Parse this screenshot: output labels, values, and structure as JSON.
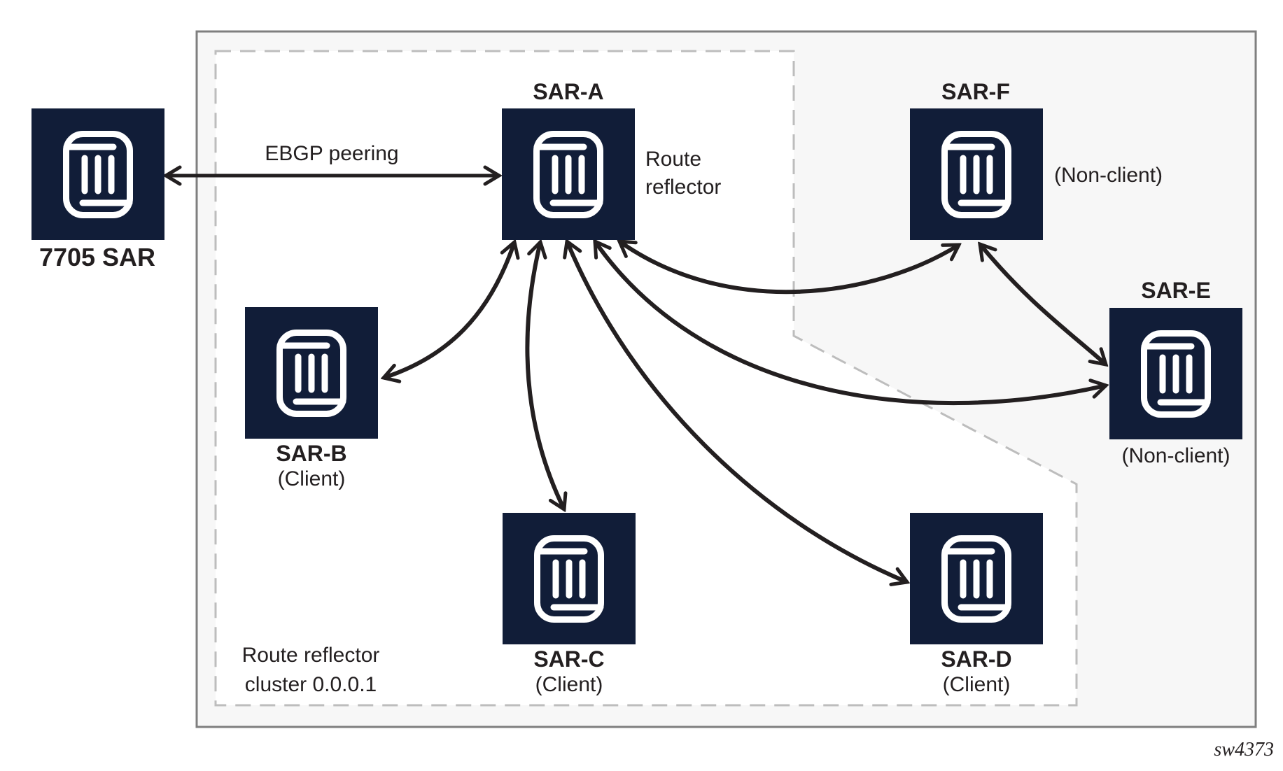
{
  "diagram": {
    "type": "network-topology",
    "description": "BGP route reflector topology with one route reflector (SAR-A), three clients, two non-clients and an external EBGP peer"
  },
  "nodes": [
    {
      "id": "7705-sar",
      "label": "7705 SAR",
      "sublabel": "",
      "role": "external EBGP peer"
    },
    {
      "id": "sar-a",
      "label": "SAR-A",
      "sublabel": "Route reflector",
      "role": "route reflector"
    },
    {
      "id": "sar-b",
      "label": "SAR-B",
      "sublabel": "(Client)",
      "role": "client"
    },
    {
      "id": "sar-c",
      "label": "SAR-C",
      "sublabel": "(Client)",
      "role": "client"
    },
    {
      "id": "sar-d",
      "label": "SAR-D",
      "sublabel": "(Client)",
      "role": "client"
    },
    {
      "id": "sar-e",
      "label": "SAR-E",
      "sublabel": "(Non-client)",
      "role": "non-client"
    },
    {
      "id": "sar-f",
      "label": "SAR-F",
      "sublabel": "(Non-client)",
      "role": "non-client"
    }
  ],
  "edges": [
    {
      "from": "7705 SAR",
      "to": "SAR-A",
      "label": "EBGP peering",
      "style": "straight-double-arrow"
    },
    {
      "from": "SAR-A",
      "to": "SAR-B",
      "label": "",
      "style": "curved-double-arrow"
    },
    {
      "from": "SAR-A",
      "to": "SAR-C",
      "label": "",
      "style": "curved-double-arrow"
    },
    {
      "from": "SAR-A",
      "to": "SAR-D",
      "label": "",
      "style": "curved-double-arrow"
    },
    {
      "from": "SAR-A",
      "to": "SAR-E",
      "label": "",
      "style": "curved-double-arrow"
    },
    {
      "from": "SAR-A",
      "to": "SAR-F",
      "label": "",
      "style": "curved-double-arrow"
    },
    {
      "from": "SAR-F",
      "to": "SAR-E",
      "label": "",
      "style": "curved-double-arrow"
    }
  ],
  "labels": {
    "ebgp_peering": "EBGP peering",
    "cluster_line1": "Route reflector",
    "cluster_line2": "cluster 0.0.0.1",
    "figure_id": "sw4373"
  },
  "colors": {
    "node_fill": "#111d38",
    "icon_stroke": "#ffffff",
    "arrow": "#231f20",
    "outer_border": "#7f7f7f",
    "outer_fill": "#f7f7f7",
    "cluster_border": "#bdbdbd",
    "cluster_fill": "#ffffff",
    "text": "#231f20",
    "page_bg": "#ffffff"
  }
}
